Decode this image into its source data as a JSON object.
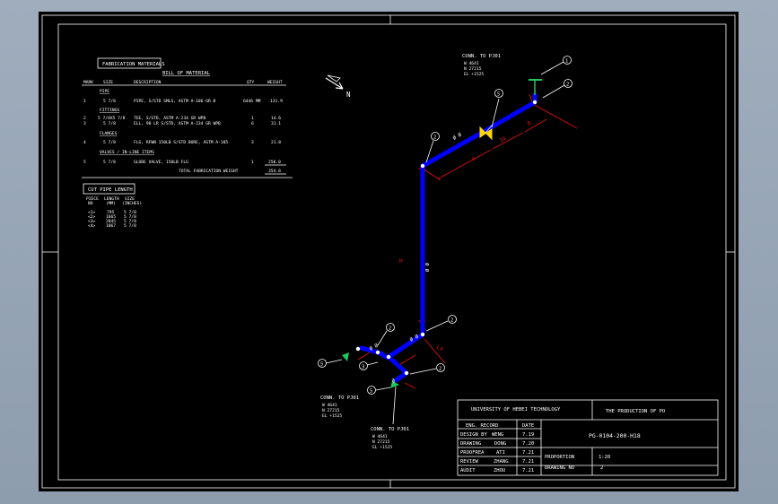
{
  "fabrication": {
    "title": "FABRICATION MATERIALS",
    "bom_title": "BILL OF MATERIAL",
    "headers": {
      "mark": "MARK",
      "size": "SIZE",
      "description": "DESCRIPTION",
      "qty": "QTY",
      "weight": "WEIGHT"
    },
    "sections": {
      "pipe": "PIPE",
      "fittings": "FITTINGS",
      "flanges": "FLANGES",
      "valves": "VALVES / IN-LINE ITEMS"
    },
    "rows": {
      "r1": {
        "mark": "1",
        "size": "5 7/8",
        "description": "PIPE, S/STD SMLS, ASTM A-106-GR B",
        "qty": "6446 MM",
        "weight": "131.9"
      },
      "r2": {
        "mark": "2",
        "size": "5 7/8X5 7/8",
        "description": "TEE, S/STD, ASTM A-234 GR WPB",
        "qty": "1",
        "weight": "14.6"
      },
      "r3": {
        "mark": "3",
        "size": "5 7/8",
        "description": "ELL, 90 LR S/STD, ASTM A-234 GR WPB",
        "qty": "6",
        "weight": "31.1"
      },
      "r4": {
        "mark": "4",
        "size": "5 7/8",
        "description": "FLG, RFWN 150LB S/STD BORE, ASTM A-105",
        "qty": "3",
        "weight": "21.8"
      },
      "r5": {
        "mark": "5",
        "size": "5 7/8",
        "description": "GLOBE VALVE, 150LB FLG",
        "qty": "1",
        "weight": "250.0"
      }
    },
    "total_label": "TOTAL FABRICATION WEIGHT",
    "total_value": "354.8"
  },
  "cut_length": {
    "title": "CUT PIPE LENGTH",
    "headers": {
      "piece": "PIECE",
      "no": "NO",
      "length": "LENGTH",
      "mm": "(MM)",
      "size": "SIZE",
      "inches": "(INCHES)"
    },
    "rows": [
      {
        "no": "<1>",
        "length": "795",
        "size": "5 7/8"
      },
      {
        "no": "<2>",
        "length": "1665",
        "size": "5 7/8"
      },
      {
        "no": "<3>",
        "length": "2845",
        "size": "5 7/8"
      },
      {
        "no": "<4>",
        "length": "1067",
        "size": "5 7/8"
      }
    ]
  },
  "north": "N",
  "connections": {
    "top": {
      "title": "CONN. TO  PJ01",
      "w": "W 4641",
      "n": "N 27215",
      "el": "EL +1525"
    },
    "left": {
      "title": "CONN. TO  PJ01",
      "w": "W 4641",
      "n": "N 27215",
      "el": "EL +1525"
    },
    "bottom": {
      "title": "CONN. TO  PJ01",
      "w": "W 4641",
      "n": "N 27215",
      "el": "EL +1525"
    }
  },
  "callouts": {
    "c1": "1",
    "c2": "2",
    "c3": "3",
    "c4": "4",
    "c5": "5"
  },
  "title_block": {
    "university": "UNIVERSITY OF HEBEI TECHNOLOGY",
    "product": "THE PRODUCTION OF PO",
    "record_label": "ENG. RECORD",
    "date_label": "DATE",
    "drawing_no": "PG-0104-200-H18",
    "rows": [
      {
        "role": "DESIGN BY",
        "name": "WENG",
        "date": "7.19"
      },
      {
        "role": "DRAWING",
        "name": "DONG",
        "date": "7.20"
      },
      {
        "role": "PROOFREA",
        "name": "ATI",
        "date": "7.21"
      },
      {
        "role": "REVIEW",
        "name": "ZHANG",
        "date": "7.21"
      },
      {
        "role": "AUDIT",
        "name": "ZHOU",
        "date": "7.21"
      }
    ],
    "proportion_label": "PROPORTION",
    "proportion_value": "1:20",
    "drawing_num_label": "DRAWING NO",
    "drawing_num_value": "2"
  }
}
